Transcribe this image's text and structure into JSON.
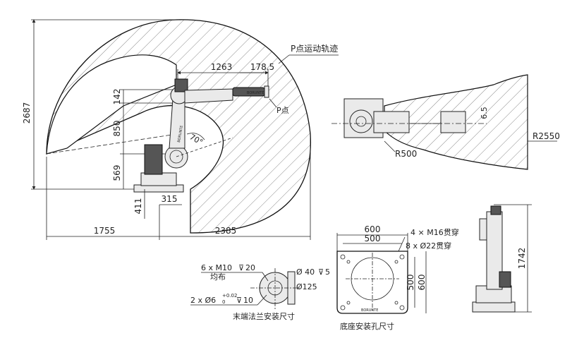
{
  "colors": {
    "line": "#222222",
    "hatch": "#555555",
    "background": "#ffffff",
    "part_fill": "#eaeaea"
  },
  "side_view": {
    "total_height": "2687",
    "arm_length": "1263",
    "wrist_offset": "178.5",
    "upper_arm_height": "142",
    "lower_arm_height": "850",
    "shoulder_height": "569",
    "base_height": "411",
    "base_offset": "315",
    "rear_reach": "1755",
    "front_reach": "2385",
    "angle": "70°",
    "trajectory_label": "P点运动轨迹",
    "point_label": "P点"
  },
  "top_view": {
    "offset": "6.5",
    "radius_outer": "R2550",
    "radius_inner": "R500"
  },
  "flange": {
    "thread_holes": "6 x M10",
    "thread_depth": "20",
    "distribution": "均布",
    "pin_holes": "2 x Ø6",
    "pin_tol_upper": "+0.02",
    "pin_tol_lower": "0",
    "pin_depth": "10",
    "bore_dia": "Ø 40",
    "bore_depth": "5",
    "pcd": "Ø125",
    "caption": "末端法兰安装尺寸"
  },
  "base": {
    "width_outer": "600",
    "width_inner": "500",
    "height_inner": "500",
    "height_outer": "600",
    "bolt_holes": "4 × M16贯穿",
    "through_holes": "8 x Ø22贯穿",
    "caption": "底座安装孔尺寸"
  },
  "front_view": {
    "height": "1742"
  },
  "brand": "BORUNTE"
}
